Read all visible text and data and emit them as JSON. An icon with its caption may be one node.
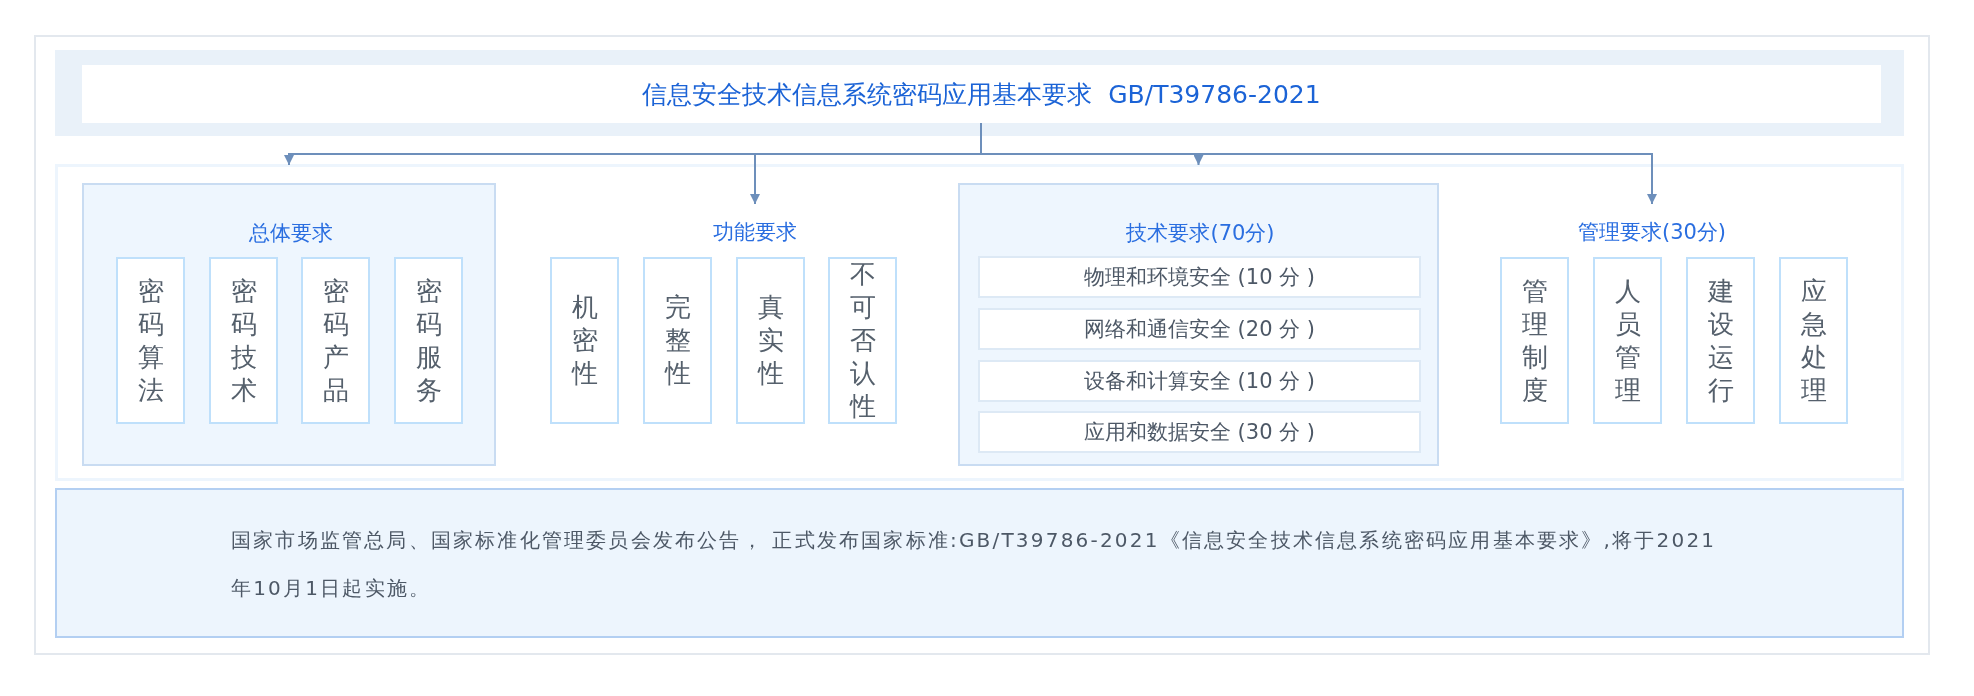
{
  "diagram": {
    "nodes": [
      {
        "text": [
          "信息安全技术信息系统密码应用基本要求  GB/T39786-2021"
        ]
      },
      {
        "text": [
          "总体要求"
        ]
      },
      {
        "text": [
          "密码算法"
        ],
        "in": 1
      },
      {
        "text": [
          "密码技术"
        ],
        "in": 1
      },
      {
        "text": [
          "密码产品"
        ],
        "in": 1
      },
      {
        "text": [
          "密码服务"
        ],
        "in": 1
      },
      {
        "text": [
          "功能要求"
        ]
      },
      {
        "text": [
          "机密性"
        ]
      },
      {
        "text": [
          "完整性"
        ]
      },
      {
        "text": [
          "真实性"
        ]
      },
      {
        "text": [
          "不可否认性"
        ]
      },
      {
        "text": [
          "技术要求(70分)"
        ]
      },
      {
        "text": [
          "物理和环境安全 (10 分 )"
        ],
        "in": 11
      },
      {
        "text": [
          "网络和通信安全 (20 分 )"
        ],
        "in": 11
      },
      {
        "text": [
          "设备和计算安全 (10 分 )"
        ],
        "in": 11
      },
      {
        "text": [
          "应用和数据安全 (30 分 )"
        ],
        "in": 11
      },
      {
        "text": [
          "管理要求(30分)"
        ]
      },
      {
        "text": [
          "管理制度"
        ]
      },
      {
        "text": [
          "人员管理"
        ]
      },
      {
        "text": [
          "建设运行"
        ]
      },
      {
        "text": [
          "应急处理"
        ]
      },
      {
        "text": [
          "国家市场监管总局、国家标准化管理委员会发布公告， 正式发布国家标准:GB/T39786-2021《信息安全技术信息系统密码应用基本要求》,将于2021年10月1日起实施。"
        ]
      }
    ],
    "edges": [
      {
        "from": 0,
        "to": 1,
        "arrow": "to"
      },
      {
        "from": 0,
        "to": 6,
        "arrow": "to"
      },
      {
        "from": 0,
        "to": 11,
        "arrow": "to"
      },
      {
        "from": 0,
        "to": 16,
        "arrow": "to"
      }
    ]
  }
}
